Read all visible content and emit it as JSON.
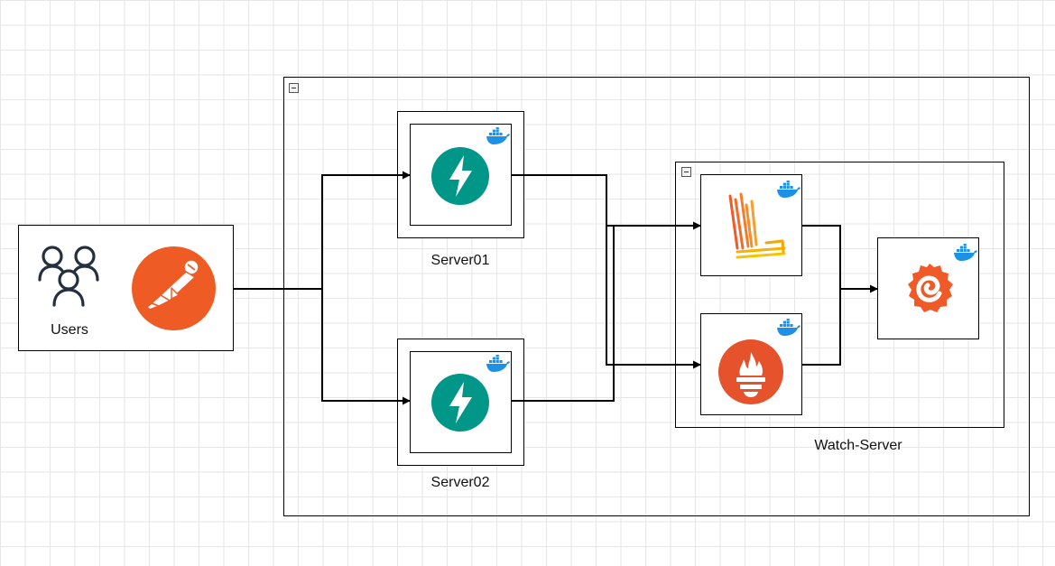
{
  "groups": {
    "users_label": "Users",
    "server01_label": "Server01",
    "server02_label": "Server02",
    "watch_label": "Watch-Server"
  },
  "colors": {
    "postman": "#EF5B25",
    "fastapi": "#009688",
    "prometheus": "#E6522C",
    "grafana": "#F05A28",
    "loki": "#F5A800",
    "docker": "#1D91E6"
  },
  "icons": {
    "users": "users-icon",
    "postman": "postman-icon",
    "fastapi": "fastapi-icon",
    "loki": "loki-icon",
    "prometheus": "prometheus-icon",
    "grafana": "grafana-icon",
    "docker": "docker-icon"
  }
}
